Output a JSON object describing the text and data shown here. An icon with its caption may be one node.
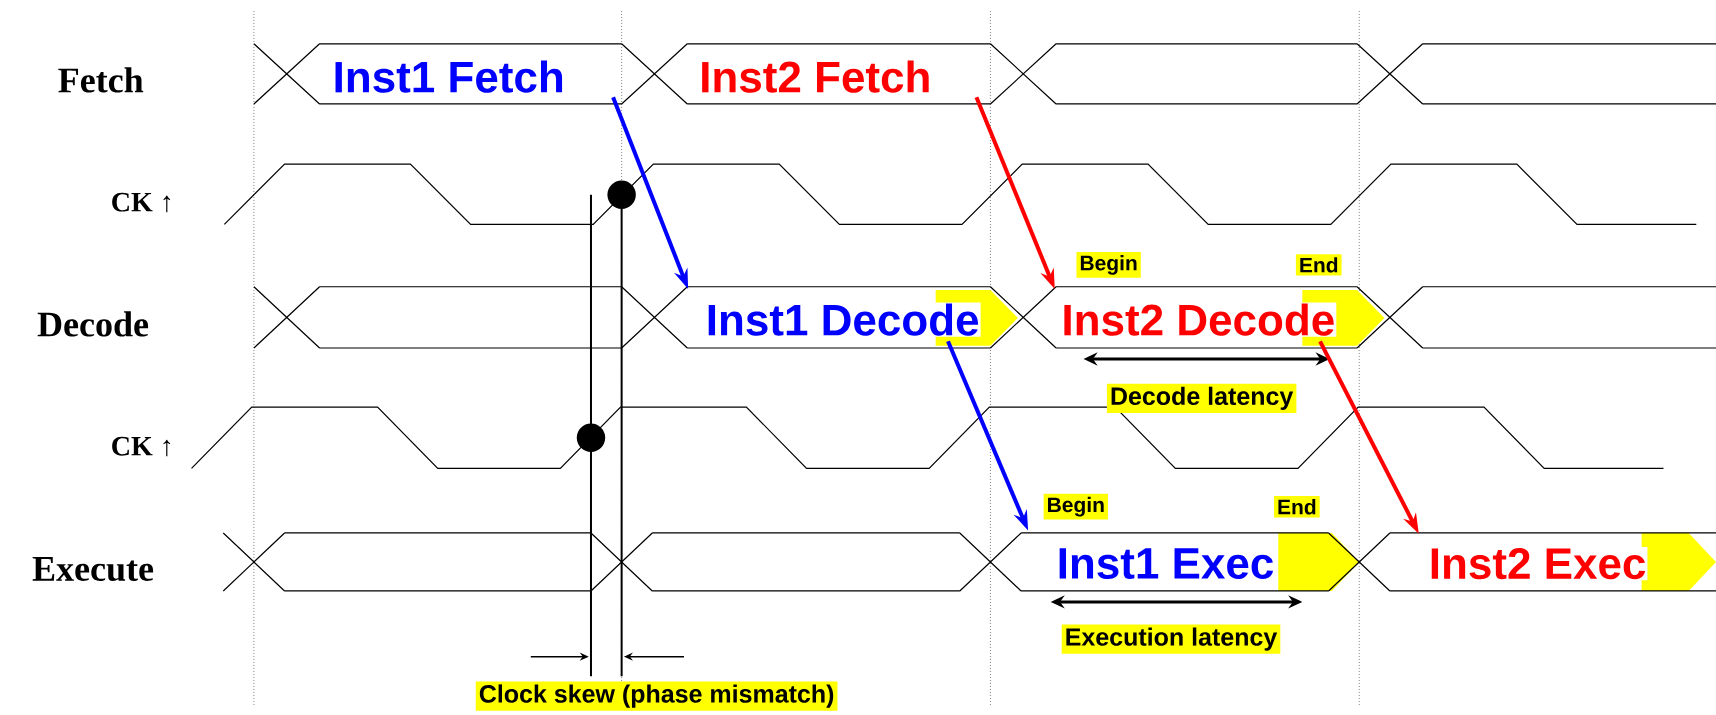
{
  "diagram": {
    "nodes": [
      {
        "text": [
          "Inst1 Fetch"
        ]
      },
      {
        "text": [
          "Inst2 Fetch"
        ]
      },
      {
        "text": [
          "Inst1 Decode"
        ]
      },
      {
        "text": [
          "Inst2 Decode"
        ]
      },
      {
        "text": [
          "Inst1 Exec"
        ]
      },
      {
        "text": [
          "Inst2 Exec"
        ]
      }
    ],
    "edges": [
      {
        "from": 0,
        "to": 2,
        "arrow": "to",
        "color": "#0000ff"
      },
      {
        "from": 1,
        "to": 3,
        "arrow": "to",
        "color": "#ff0000"
      },
      {
        "from": 2,
        "to": 4,
        "arrow": "to",
        "color": "#0000ff"
      },
      {
        "from": 3,
        "to": 5,
        "arrow": "to",
        "color": "#ff0000"
      }
    ],
    "labels": [
      "Fetch",
      "CK ↑",
      "Begin",
      "End",
      "Decode",
      "Decode latency",
      "CK ↑",
      "Begin",
      "End",
      "Execute",
      "Execution latency",
      "Clock skew (phase mismatch)"
    ]
  }
}
